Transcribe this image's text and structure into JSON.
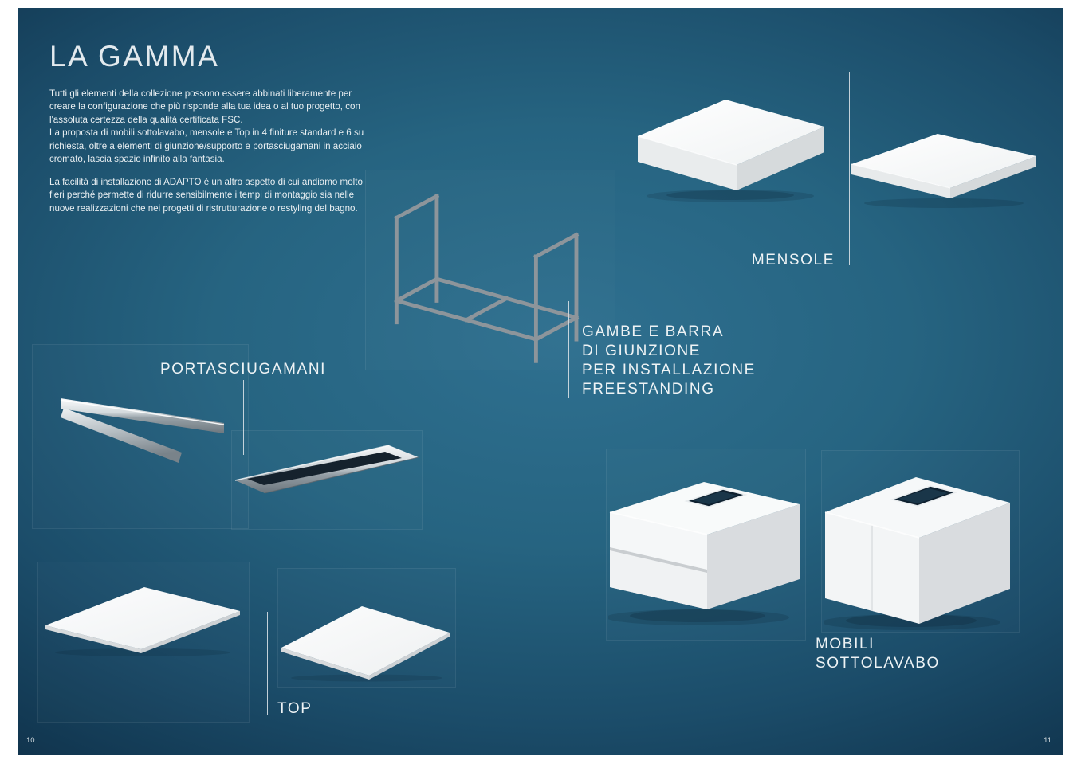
{
  "page": {
    "left_page_number": "10",
    "right_page_number": "11"
  },
  "title": "LA GAMMA",
  "intro": {
    "paragraph_1": "Tutti gli elementi della collezione possono essere abbinati liberamente per creare la configurazione che più risponde alla tua idea o al tuo progetto, con l'assoluta certezza della qualità certificata FSC.\nLa proposta di mobili sottolavabo, mensole e Top in 4 finiture standard e 6 su richiesta, oltre a elementi di giunzione/supporto e portasciugamani in acciaio cromato, lascia spazio infinito alla fantasia.",
    "paragraph_2": "La facilità di installazione di ADAPTO è un altro aspetto di cui andiamo molto fieri perché permette di ridurre sensibilmente i tempi di montaggio sia nelle nuove realizzazioni che nei progetti di ristrutturazione o restyling del bagno."
  },
  "products": {
    "portasciugamani": {
      "label": "PORTASCIUGAMANI"
    },
    "gambe_barra": {
      "label": "GAMBE E BARRA\nDI GIUNZIONE\nPER INSTALLAZIONE\nFREESTANDING"
    },
    "mensole": {
      "label": "MENSOLE"
    },
    "top": {
      "label": "TOP"
    },
    "mobili_sottolavabo": {
      "label": "MOBILI\nSOTTOLAVABO"
    }
  },
  "colors": {
    "background_center": "#2d6d8c",
    "background_edge": "#0f2c42",
    "text": "#e9eff2",
    "divider": "#d6dfe4"
  }
}
